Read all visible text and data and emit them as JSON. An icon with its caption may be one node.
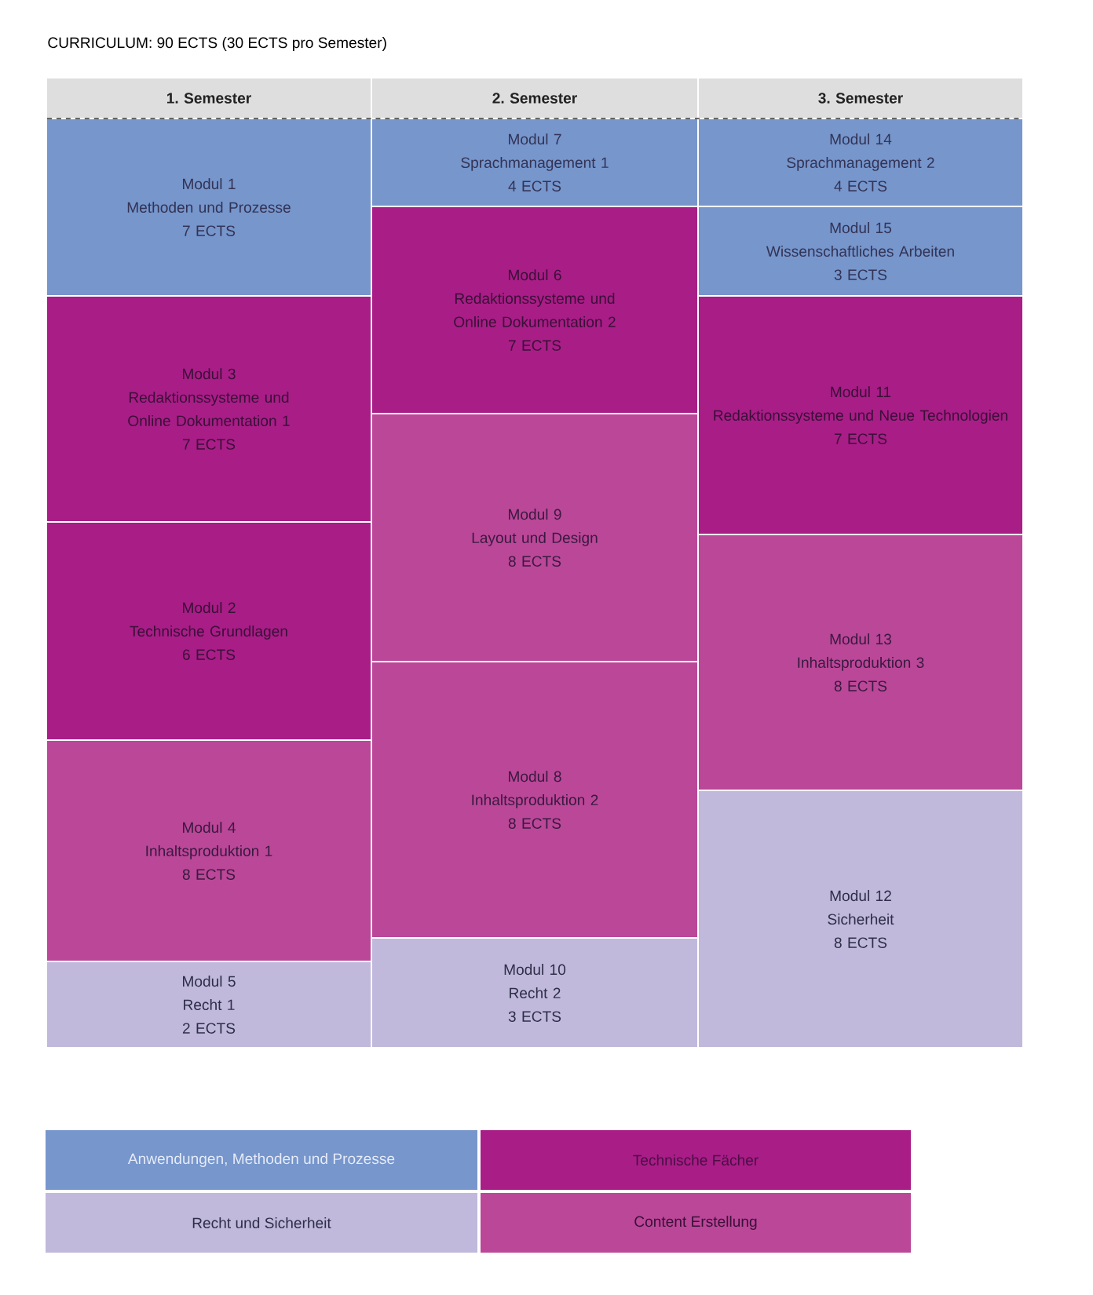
{
  "diagram": {
    "title": "CURRICULUM: 90 ECTS (30 ECTS pro Semester)",
    "nodes": [
      {
        "text": [
          "1. Semester"
        ]
      },
      {
        "text": [
          "2. Semester"
        ]
      },
      {
        "text": [
          "3. Semester"
        ]
      },
      {
        "text": [
          "Modul 1",
          "Methoden und Prozesse",
          "7 ECTS"
        ]
      },
      {
        "text": [
          "Modul 3",
          "Redaktionssysteme und Online Dokumentation 1",
          "7 ECTS"
        ]
      },
      {
        "text": [
          "Modul 2",
          "Technische Grundlagen",
          "6 ECTS"
        ]
      },
      {
        "text": [
          "Modul 4",
          "Inhaltsproduktion 1",
          "8 ECTS"
        ]
      },
      {
        "text": [
          "Modul 5",
          "Recht 1",
          "2 ECTS"
        ]
      },
      {
        "text": [
          "Modul 7",
          "Sprachmanagement 1",
          "4 ECTS"
        ]
      },
      {
        "text": [
          "Modul 6",
          "Redaktionssysteme und Online Dokumentation 2",
          "7 ECTS"
        ]
      },
      {
        "text": [
          "Modul 9",
          "Layout und Design",
          "8 ECTS"
        ]
      },
      {
        "text": [
          "Modul 8",
          "Inhaltsproduktion 2",
          "8 ECTS"
        ]
      },
      {
        "text": [
          "Modul 10",
          "Recht 2",
          "3 ECTS"
        ]
      },
      {
        "text": [
          "Modul 14",
          "Sprachmanagement 2",
          "4 ECTS"
        ]
      },
      {
        "text": [
          "Modul 15",
          "Wissenschaftliches Arbeiten",
          "3 ECTS"
        ]
      },
      {
        "text": [
          "Modul 11",
          "Redaktionssysteme und Neue Technologien",
          "7 ECTS"
        ]
      },
      {
        "text": [
          "Modul 13",
          "Inhaltsproduktion 3",
          "8 ECTS"
        ]
      },
      {
        "text": [
          "Modul 12",
          "Sicherheit",
          "8 ECTS"
        ]
      }
    ],
    "legend": [
      {
        "text": "Anwendungen, Methoden und Prozesse",
        "color": "#7696cc"
      },
      {
        "text": "Technische Fächer",
        "color": "#a91d87"
      },
      {
        "text": "Recht und Sicherheit",
        "color": "#c0b9dc"
      },
      {
        "text": "Content Erstellung",
        "color": "#bb4798"
      }
    ]
  }
}
